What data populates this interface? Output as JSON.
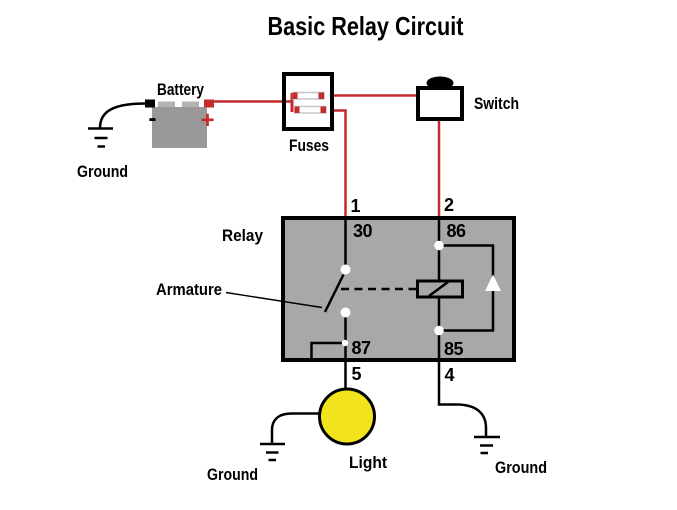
{
  "title": "Basic Relay Circuit",
  "colors": {
    "wire_red": "#c42b2b",
    "wire_black": "#000000",
    "relay_gray": "#a8a8a8",
    "battery_gray": "#999999",
    "battery_tab_gray": "#b3b3b3",
    "fuse_silver": "#c6c6c6",
    "light_yellow": "#f2e41c",
    "contact_white": "#ffffff"
  },
  "labels": {
    "battery": "Battery",
    "ground_top_left": "Ground",
    "fuses": "Fuses",
    "switch": "Switch",
    "relay": "Relay",
    "armature": "Armature",
    "light": "Light",
    "ground_bottom_left": "Ground",
    "ground_bottom_right": "Ground",
    "battery_minus": "-",
    "battery_plus": "+"
  },
  "pins": {
    "pin1": "1",
    "pin2": "2",
    "pin5": "5",
    "pin4": "4"
  },
  "terminals": {
    "t30": "30",
    "t86": "86",
    "t87": "87",
    "t85": "85"
  }
}
